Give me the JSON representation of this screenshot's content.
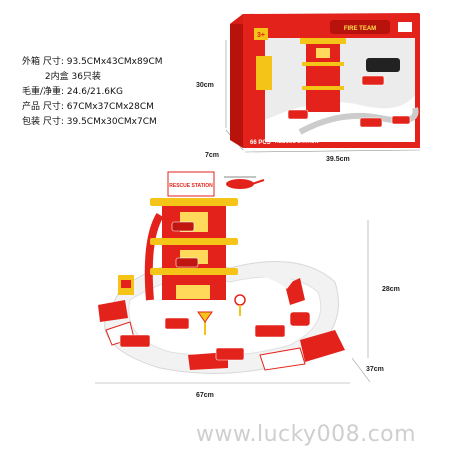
{
  "spec_lines": [
    "外箱 尺寸: 93.5CMx43CMx89CM",
    "        2内盒 36只装",
    "毛重/净重: 24.6/21.6KG",
    "产品 尺寸: 67CMx37CMx28CM",
    "包装 尺寸: 39.5CMx30CMx7CM"
  ],
  "box": {
    "height_label": "30cm",
    "depth_label": "7cm",
    "width_label": "39.5cm",
    "age_badge": "3+",
    "pieces_label": "66 PCS",
    "station_label": "RESCUE STATION",
    "brand_logo": "FIRE TEAM"
  },
  "product": {
    "height_label": "28cm",
    "width_label": "67cm",
    "depth_label": "37cm",
    "sign_text": "RESCUE STATION"
  },
  "watermark": "www.lucky008.com",
  "colors": {
    "red": "#e3231b",
    "yellow": "#f5c418",
    "road": "#f2f2f2"
  }
}
